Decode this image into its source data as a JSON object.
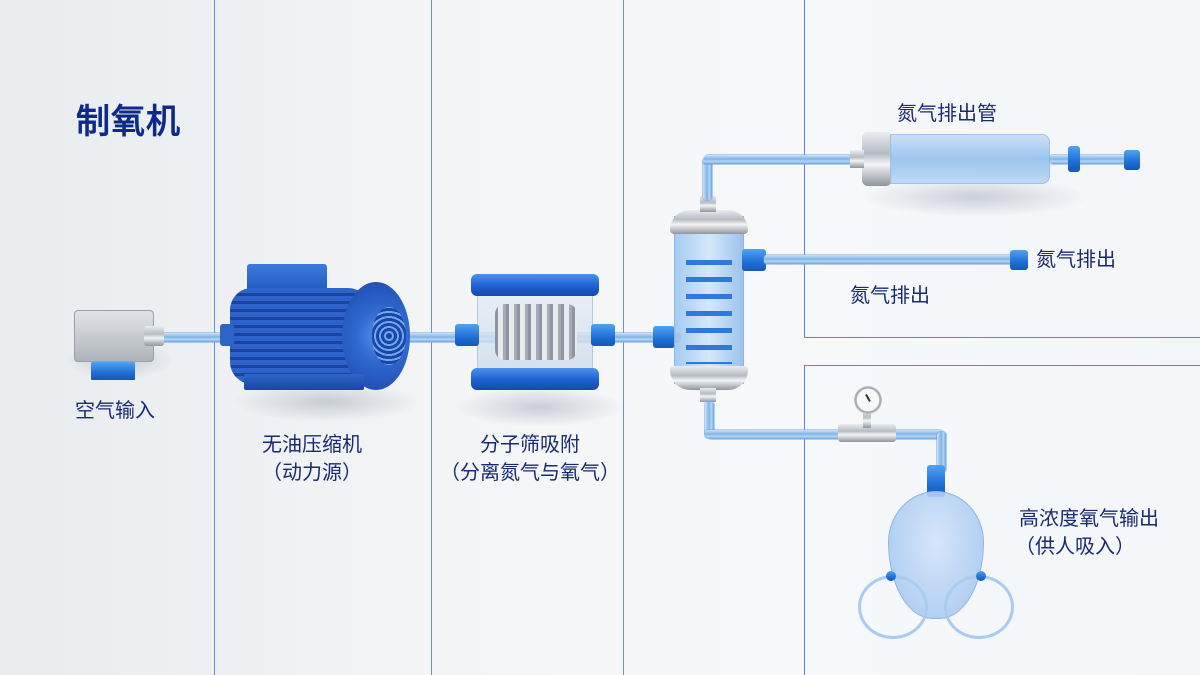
{
  "diagram": {
    "title": "制氧机",
    "stages": [
      {
        "id": "air-input",
        "label": "空气输入"
      },
      {
        "id": "compressor",
        "label": "无油压缩机",
        "sublabel": "（动力源）"
      },
      {
        "id": "molecular-sieve",
        "label": "分子筛吸附",
        "sublabel": "（分离氮气与氧气）"
      },
      {
        "id": "nitrogen-exhaust-pipe",
        "label": "氮气排出管"
      },
      {
        "id": "nitrogen-exhaust-right",
        "label": "氮气排出"
      },
      {
        "id": "nitrogen-exhaust-below",
        "label": "氮气排出"
      },
      {
        "id": "oxygen-output",
        "label": "高浓度氧气输出",
        "sublabel": "（供人吸入）"
      }
    ],
    "colors": {
      "title": "#0d2a8a",
      "label": "#1a2a6e",
      "accent_blue": "#1f6fd6",
      "grid_line": "#4f7fd6",
      "background": "#f2f4f6"
    }
  }
}
